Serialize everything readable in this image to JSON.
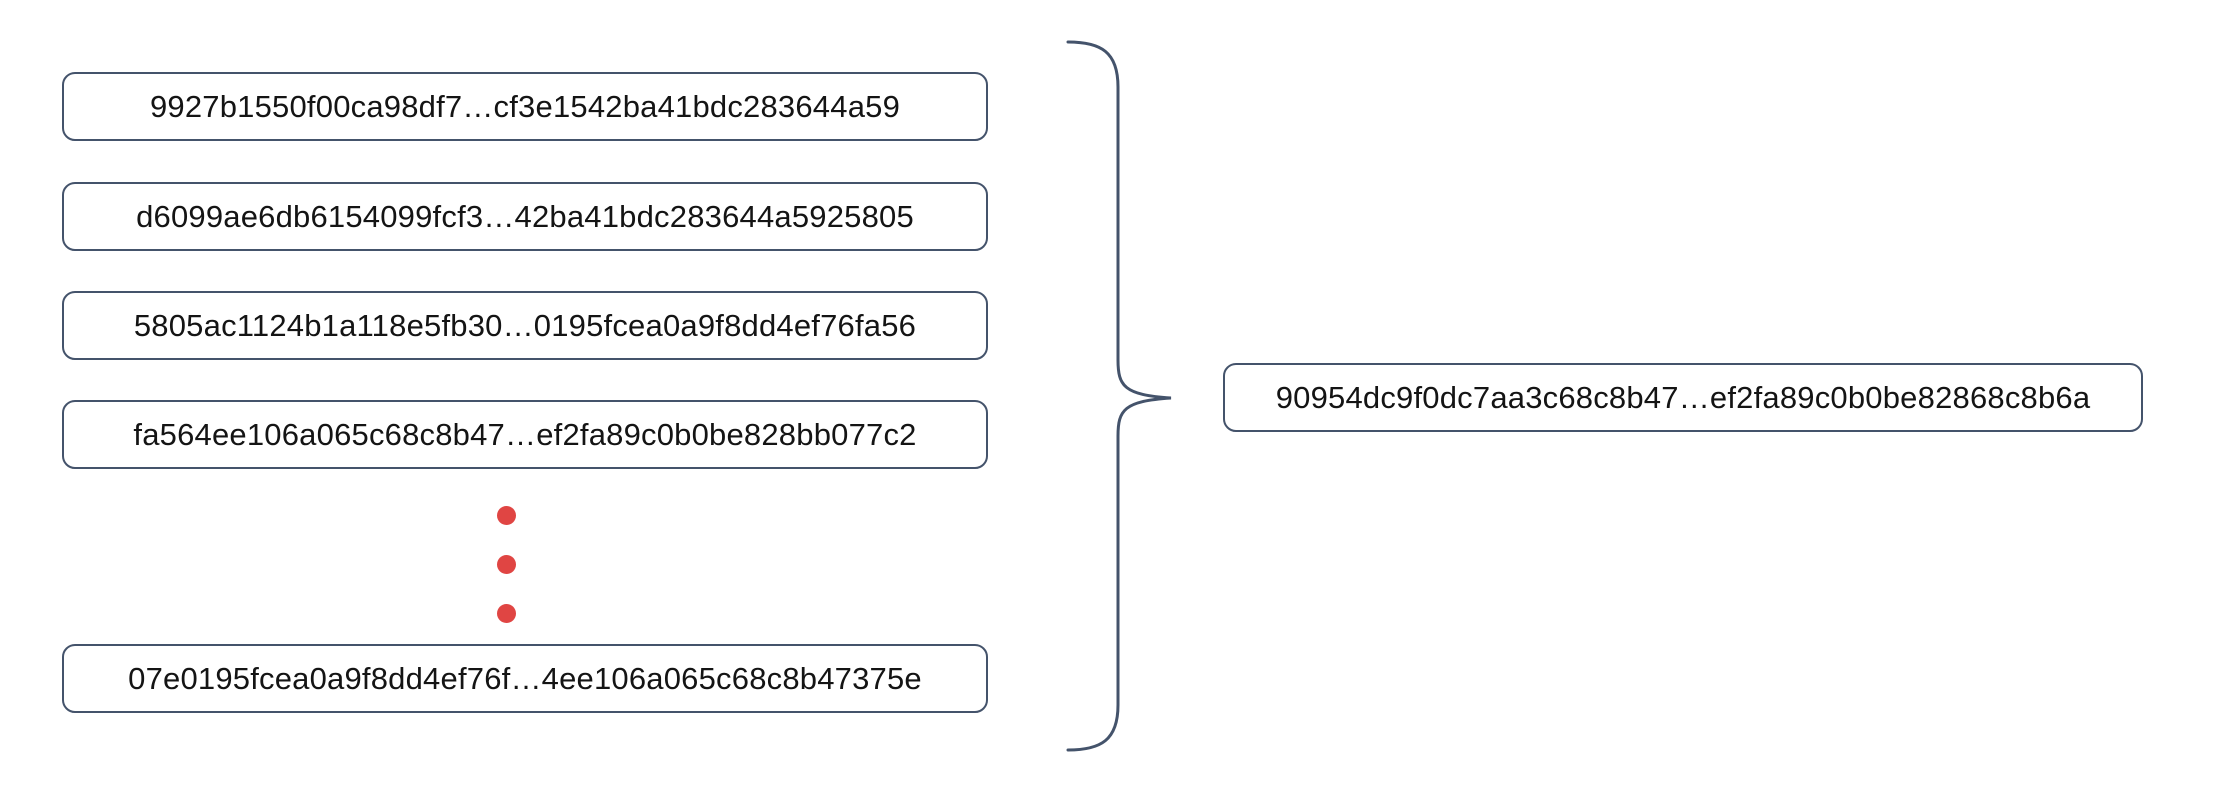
{
  "left_hashes": [
    {
      "label": "9927b1550f00ca98df7…cf3e1542ba41bdc283644a59"
    },
    {
      "label": "d6099ae6db6154099fcf3…42ba41bdc283644a5925805"
    },
    {
      "label": "5805ac1124b1a118e5fb30…0195fcea0a9f8dd4ef76fa56"
    },
    {
      "label": "fa564ee106a065c68c8b47…ef2fa89c0b0be828bb077c2"
    },
    {
      "label": "07e0195fcea0a9f8dd4ef76f…4ee106a065c68c8b47375e"
    }
  ],
  "ellipsis_dot_count": 3,
  "result_hash": {
    "label": "90954dc9f0dc7aa3c68c8b47…ef2fa89c0b0be82868c8b6a"
  },
  "colors": {
    "box_border": "#44536b",
    "brace": "#44536b",
    "ellipsis_dot": "#e04543",
    "text": "#141414",
    "background": "#ffffff"
  }
}
